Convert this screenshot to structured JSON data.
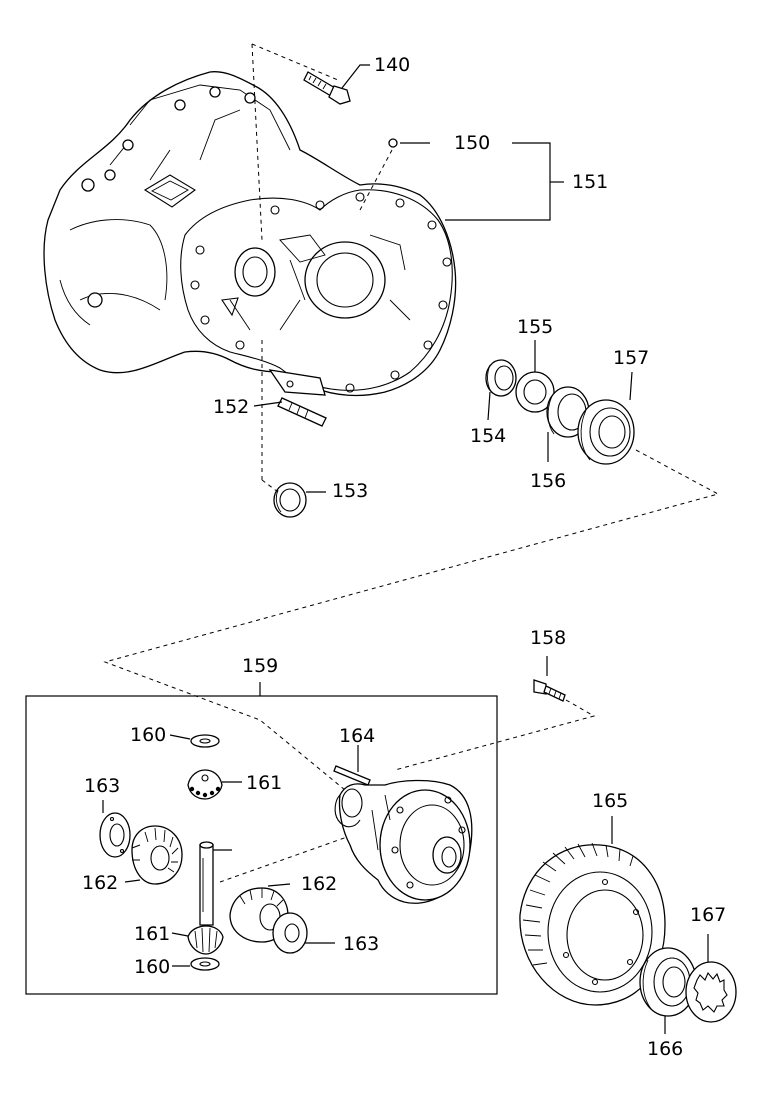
{
  "callouts": {
    "c140": "140",
    "c150": "150",
    "c151": "151",
    "c152": "152",
    "c153": "153",
    "c154": "154",
    "c155": "155",
    "c156": "156",
    "c157": "157",
    "c158": "158",
    "c159": "159",
    "c160a": "160",
    "c160b": "160",
    "c161a": "161",
    "c161b": "161",
    "c162a": "162",
    "c162b": "162",
    "c163a": "163",
    "c163b": "163",
    "c164": "164",
    "c165": "165",
    "c166": "166",
    "c167": "167"
  }
}
